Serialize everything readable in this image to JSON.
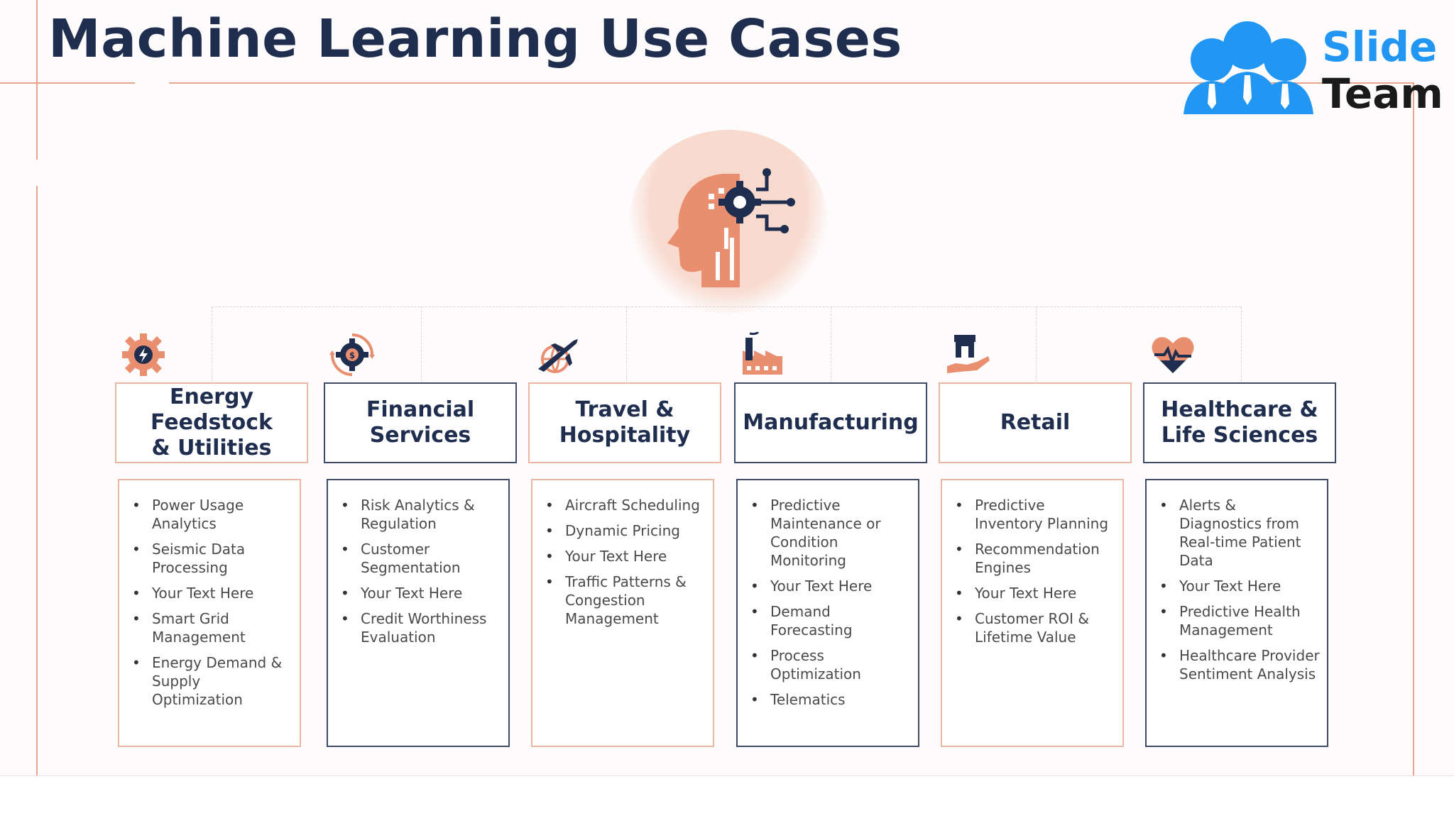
{
  "title": "Machine Learning Use Cases",
  "logo": {
    "line1": "Slide",
    "line2": "Team"
  },
  "colors": {
    "accent": "#e98f6f",
    "navy": "#1f2d4f",
    "logo_blue": "#2196f3"
  },
  "columns": [
    {
      "icon": "gear-lightning-icon",
      "heading": "Energy Feedstock\n& Utilities",
      "items": [
        "Power Usage Analytics",
        "Seismic Data Processing",
        "Your Text Here",
        "Smart Grid Management",
        "Energy Demand & Supply Optimization"
      ]
    },
    {
      "icon": "gear-dollar-cycle-icon",
      "heading": "Financial\nServices",
      "items": [
        "Risk Analytics & Regulation",
        "Customer Segmentation",
        "Your Text Here",
        "Credit Worthiness Evaluation"
      ]
    },
    {
      "icon": "airplane-globe-icon",
      "heading": "Travel &\nHospitality",
      "items": [
        "Aircraft Scheduling",
        "Dynamic Pricing",
        "Your Text Here",
        "Traffic Patterns & Congestion Management"
      ]
    },
    {
      "icon": "factory-icon",
      "heading": "Manufacturing",
      "items": [
        "Predictive Maintenance or Condition Monitoring",
        "Your Text Here",
        "Demand Forecasting",
        "Process Optimization",
        "Telematics"
      ]
    },
    {
      "icon": "store-hand-icon",
      "heading": "Retail",
      "items": [
        "Predictive Inventory Planning",
        "Recommendation Engines",
        "Your Text Here",
        "Customer ROI & Lifetime Value"
      ]
    },
    {
      "icon": "heart-pulse-icon",
      "heading": "Healthcare &\nLife Sciences",
      "items": [
        "Alerts & Diagnostics from Real-time Patient Data",
        "Your Text Here",
        "Predictive Health Management",
        "Healthcare Provider Sentiment Analysis"
      ]
    }
  ]
}
